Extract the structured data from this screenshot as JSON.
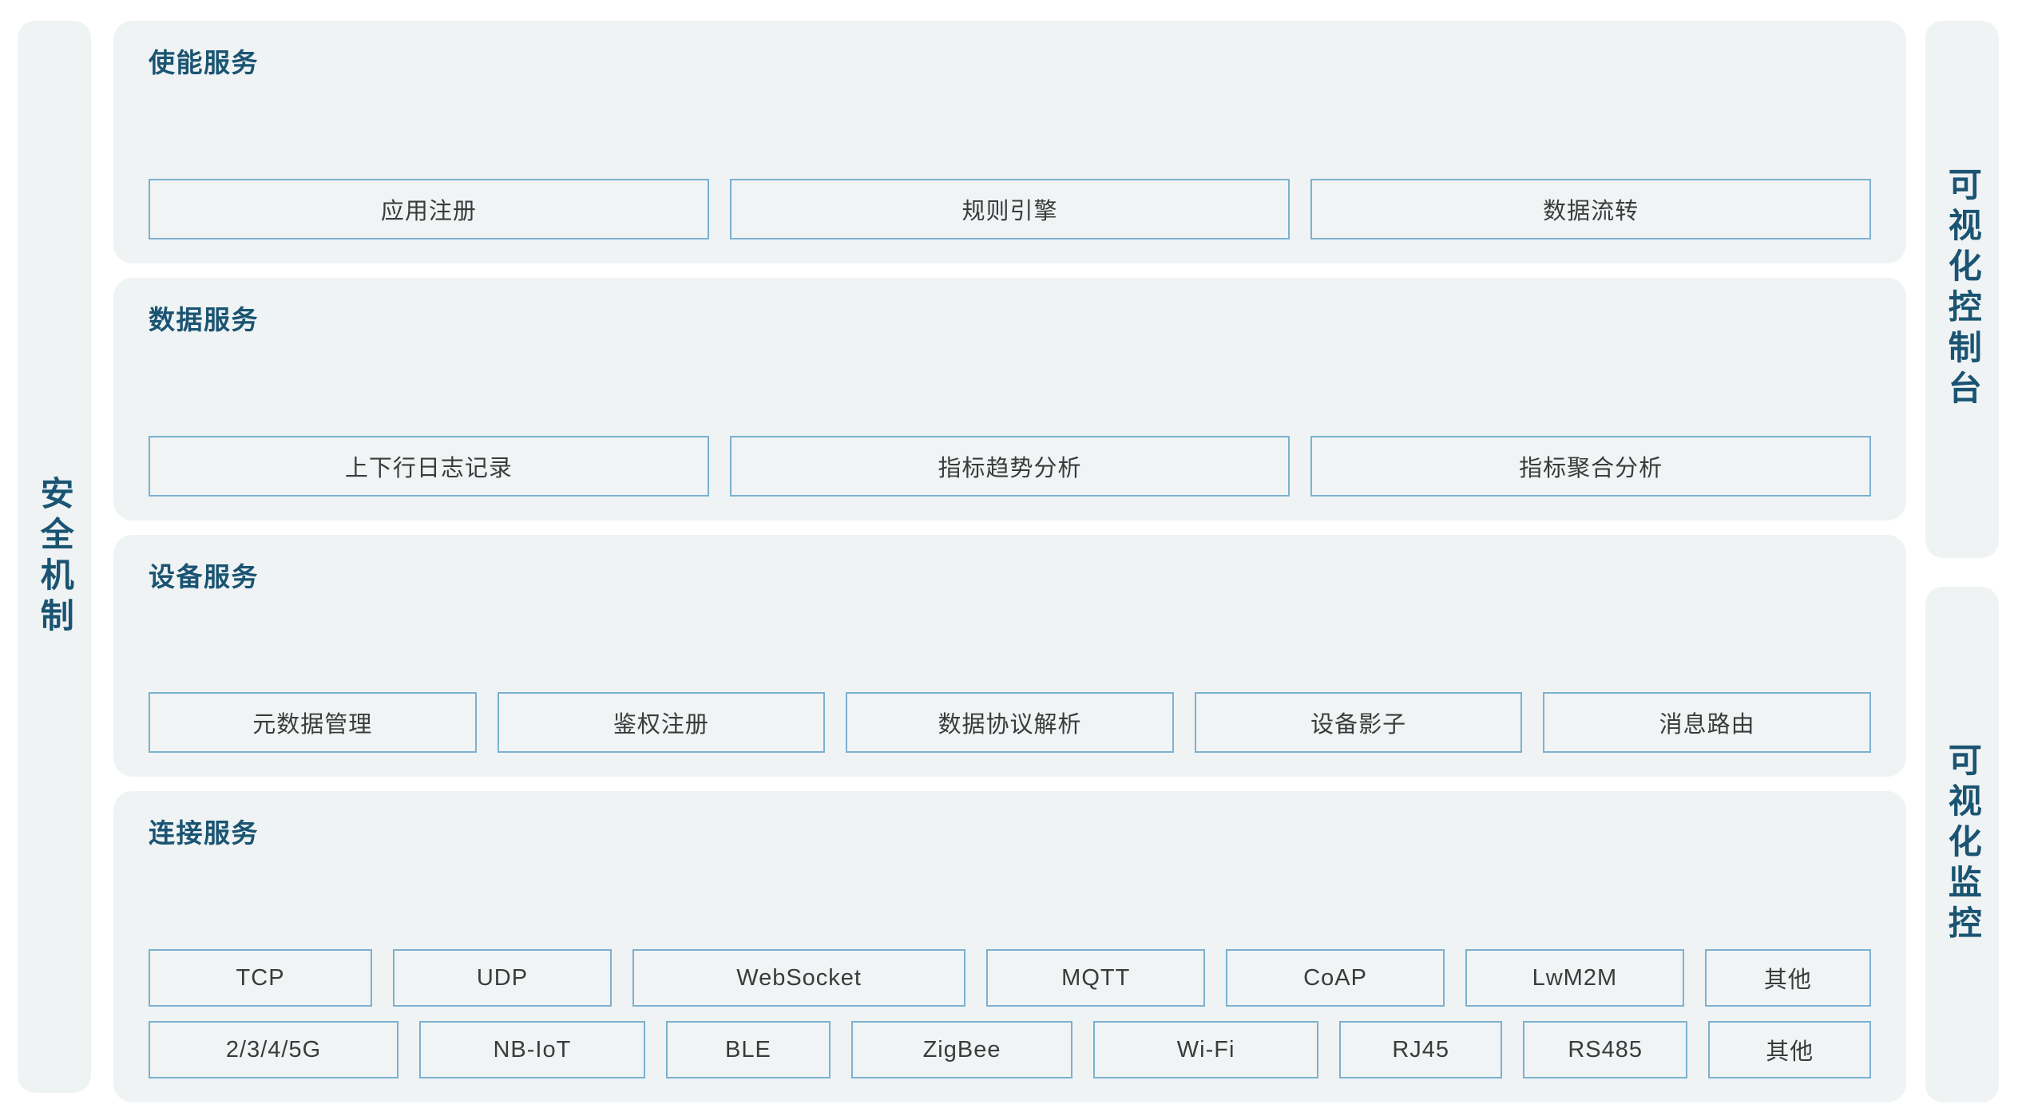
{
  "side_panels": {
    "left": {
      "label": "安全机制"
    },
    "right": [
      {
        "label": "可视化控制台"
      },
      {
        "label": "可视化监控"
      }
    ]
  },
  "layers": [
    {
      "id": "enable-services",
      "title": "使能服务",
      "rows": [
        {
          "items": [
            "应用注册",
            "规则引擎",
            "数据流转"
          ]
        }
      ]
    },
    {
      "id": "data-services",
      "title": "数据服务",
      "rows": [
        {
          "items": [
            "上下行日志记录",
            "指标趋势分析",
            "指标聚合分析"
          ]
        }
      ]
    },
    {
      "id": "device-services",
      "title": "设备服务",
      "rows": [
        {
          "items": [
            "元数据管理",
            "鉴权注册",
            "数据协议解析",
            "设备影子",
            "消息路由"
          ]
        }
      ]
    },
    {
      "id": "connect-services",
      "title": "连接服务",
      "rows": [
        {
          "items": [
            "TCP",
            "UDP",
            "WebSocket",
            "MQTT",
            "CoAP",
            "LwM2M",
            "其他"
          ]
        },
        {
          "items": [
            "2/3/4/5G",
            "NB-IoT",
            "BLE",
            "ZigBee",
            "Wi-Fi",
            "RJ45",
            "RS485",
            "其他"
          ]
        }
      ]
    }
  ],
  "colors": {
    "panel_background": "#eff3f4",
    "node_border": "#7cb1cf",
    "node_background": "#f0f4f5",
    "title_text": "#1a5472",
    "node_text": "#3b3b3b",
    "page_background": "#ffffff"
  }
}
